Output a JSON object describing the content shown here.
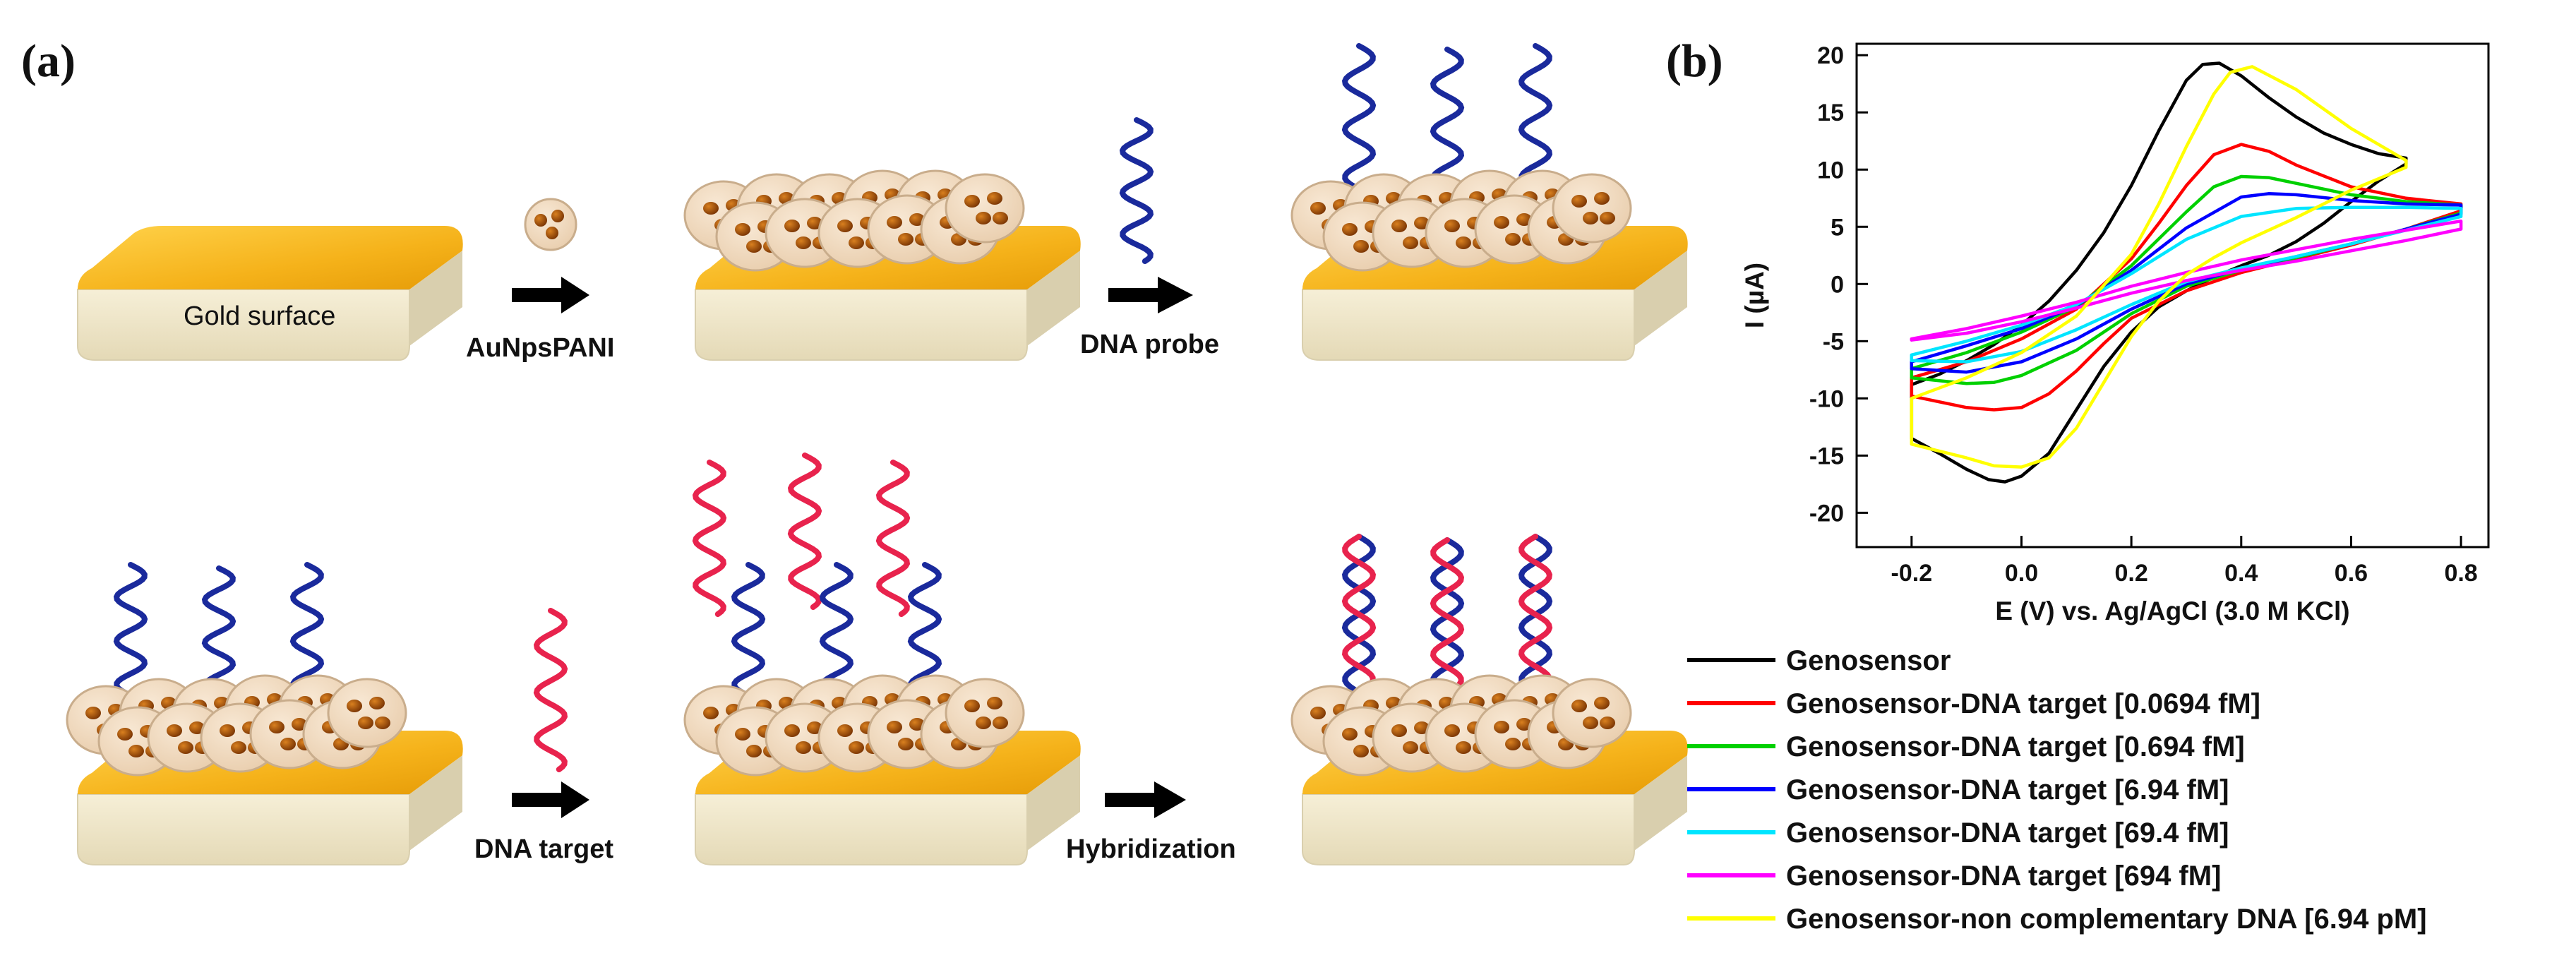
{
  "panel_a": {
    "letter": "(a)",
    "gold_surface_label": "Gold surface",
    "steps": {
      "np": "AuNpsPANI",
      "probe": "DNA probe",
      "target": "DNA target",
      "hyb": "Hybridization"
    },
    "colors": {
      "gold": "#f5b21a",
      "gold_dark": "#e09a0a",
      "base": "#efe6c8",
      "base_shadow": "#d9cfae",
      "particle": "#f3ddc2",
      "particle_edge": "#c9ad8c",
      "core": "#a64d08",
      "probe_strand": "#1a2a9c",
      "target_strand": "#e8234d"
    }
  },
  "panel_b": {
    "letter": "(b)"
  },
  "chart_data": {
    "type": "line",
    "xlabel": "E (V) vs. Ag/AgCl (3.0 M KCl)",
    "ylabel": "I (µA)",
    "xlim": [
      -0.3,
      0.85
    ],
    "ylim": [
      -23,
      21
    ],
    "xticks": [
      "-0.2",
      "0.0",
      "0.2",
      "0.4",
      "0.6",
      "0.8"
    ],
    "xtick_values": [
      -0.2,
      0.0,
      0.2,
      0.4,
      0.6,
      0.8
    ],
    "yticks": [
      "20",
      "15",
      "10",
      "5",
      "0",
      "-5",
      "-10",
      "-15",
      "-20"
    ],
    "ytick_values": [
      20,
      15,
      10,
      5,
      0,
      -5,
      -10,
      -15,
      -20
    ],
    "grid": false,
    "legend_position": "below",
    "series": [
      {
        "name": "Genosensor",
        "color": "#000000",
        "x": [
          -0.2,
          -0.15,
          -0.1,
          -0.05,
          0.0,
          0.05,
          0.1,
          0.15,
          0.2,
          0.25,
          0.3,
          0.33,
          0.36,
          0.4,
          0.45,
          0.5,
          0.55,
          0.6,
          0.65,
          0.7,
          0.7,
          0.65,
          0.6,
          0.55,
          0.5,
          0.45,
          0.4,
          0.35,
          0.3,
          0.25,
          0.2,
          0.15,
          0.1,
          0.05,
          0.0,
          -0.03,
          -0.06,
          -0.1,
          -0.15,
          -0.2
        ],
        "y": [
          -8.8,
          -7.9,
          -6.7,
          -5.3,
          -3.6,
          -1.5,
          1.2,
          4.5,
          8.6,
          13.4,
          17.8,
          19.2,
          19.3,
          18.2,
          16.3,
          14.6,
          13.2,
          12.2,
          11.4,
          11.0,
          10.5,
          9.0,
          7.2,
          5.3,
          3.7,
          2.5,
          1.6,
          0.6,
          -0.6,
          -2.0,
          -4.2,
          -7.2,
          -11.0,
          -14.8,
          -16.8,
          -17.3,
          -17.1,
          -16.2,
          -14.8,
          -13.5
        ]
      },
      {
        "name": "Genosensor-DNA target [0.0694 fM]",
        "color": "#ff0000",
        "x": [
          -0.2,
          -0.1,
          0.0,
          0.1,
          0.2,
          0.25,
          0.3,
          0.35,
          0.4,
          0.45,
          0.5,
          0.6,
          0.7,
          0.8,
          0.8,
          0.7,
          0.6,
          0.5,
          0.4,
          0.3,
          0.2,
          0.15,
          0.1,
          0.05,
          0.0,
          -0.05,
          -0.1,
          -0.2
        ],
        "y": [
          -8.2,
          -6.8,
          -4.8,
          -2.2,
          2.2,
          5.3,
          8.6,
          11.3,
          12.2,
          11.6,
          10.4,
          8.5,
          7.5,
          7.0,
          6.4,
          4.8,
          3.4,
          2.2,
          1.0,
          -0.6,
          -3.0,
          -5.2,
          -7.6,
          -9.6,
          -10.8,
          -11.0,
          -10.8,
          -9.8
        ]
      },
      {
        "name": "Genosensor-DNA target [0.694 fM]",
        "color": "#00d000",
        "x": [
          -0.2,
          -0.1,
          0.0,
          0.1,
          0.2,
          0.3,
          0.35,
          0.4,
          0.45,
          0.5,
          0.6,
          0.7,
          0.8,
          0.8,
          0.7,
          0.6,
          0.5,
          0.4,
          0.3,
          0.2,
          0.1,
          0.0,
          -0.05,
          -0.1,
          -0.2
        ],
        "y": [
          -7.4,
          -6.0,
          -4.2,
          -2.0,
          1.6,
          6.3,
          8.5,
          9.4,
          9.3,
          8.8,
          7.8,
          7.2,
          6.9,
          6.2,
          4.8,
          3.5,
          2.3,
          1.2,
          -0.2,
          -2.6,
          -5.8,
          -8.0,
          -8.6,
          -8.7,
          -8.2
        ]
      },
      {
        "name": "Genosensor-DNA target [6.94 fM]",
        "color": "#0000ff",
        "x": [
          -0.2,
          -0.1,
          0.0,
          0.1,
          0.2,
          0.3,
          0.4,
          0.45,
          0.5,
          0.6,
          0.7,
          0.8,
          0.8,
          0.7,
          0.6,
          0.5,
          0.4,
          0.3,
          0.2,
          0.1,
          0.0,
          -0.1,
          -0.2
        ],
        "y": [
          -6.8,
          -5.4,
          -3.9,
          -1.9,
          1.2,
          4.9,
          7.6,
          7.9,
          7.8,
          7.3,
          7.0,
          6.9,
          6.1,
          4.8,
          3.5,
          2.4,
          1.3,
          0.0,
          -2.2,
          -4.8,
          -6.8,
          -7.7,
          -7.4
        ]
      },
      {
        "name": "Genosensor-DNA target [69.4 fM]",
        "color": "#00e5ff",
        "x": [
          -0.2,
          -0.1,
          0.0,
          0.1,
          0.2,
          0.3,
          0.4,
          0.5,
          0.6,
          0.7,
          0.8,
          0.8,
          0.7,
          0.6,
          0.5,
          0.4,
          0.3,
          0.2,
          0.1,
          0.0,
          -0.1,
          -0.2
        ],
        "y": [
          -6.2,
          -5.0,
          -3.6,
          -1.8,
          0.9,
          3.9,
          5.9,
          6.6,
          6.7,
          6.7,
          6.6,
          5.9,
          4.7,
          3.5,
          2.4,
          1.4,
          0.2,
          -1.8,
          -4.0,
          -5.9,
          -6.8,
          -6.7
        ]
      },
      {
        "name": "Genosensor-DNA target [694 fM]",
        "color": "#ff00ff",
        "x": [
          -0.2,
          -0.1,
          0.0,
          0.1,
          0.2,
          0.3,
          0.4,
          0.5,
          0.6,
          0.7,
          0.8,
          0.8,
          0.7,
          0.6,
          0.5,
          0.4,
          0.3,
          0.2,
          0.1,
          0.0,
          -0.1,
          -0.2
        ],
        "y": [
          -4.8,
          -3.9,
          -2.8,
          -1.6,
          -0.2,
          1.0,
          2.1,
          3.0,
          3.9,
          4.7,
          5.5,
          4.8,
          3.8,
          2.9,
          2.0,
          1.2,
          0.3,
          -0.8,
          -2.1,
          -3.3,
          -4.3,
          -4.9
        ]
      },
      {
        "name": "Genosensor-non complementary DNA [6.94 pM]",
        "color": "#ffff00",
        "x": [
          -0.2,
          -0.1,
          0.0,
          0.1,
          0.2,
          0.25,
          0.3,
          0.35,
          0.38,
          0.42,
          0.5,
          0.6,
          0.7,
          0.7,
          0.6,
          0.5,
          0.4,
          0.35,
          0.3,
          0.25,
          0.2,
          0.15,
          0.1,
          0.05,
          0.0,
          -0.05,
          -0.1,
          -0.2
        ],
        "y": [
          -10.0,
          -8.2,
          -6.0,
          -2.8,
          2.6,
          7.0,
          12.0,
          16.6,
          18.5,
          19.0,
          17.0,
          13.6,
          10.8,
          10.2,
          8.2,
          5.8,
          3.6,
          2.3,
          0.8,
          -1.5,
          -4.6,
          -8.6,
          -12.6,
          -15.2,
          -16.0,
          -15.9,
          -15.2,
          -14.0
        ]
      }
    ]
  }
}
